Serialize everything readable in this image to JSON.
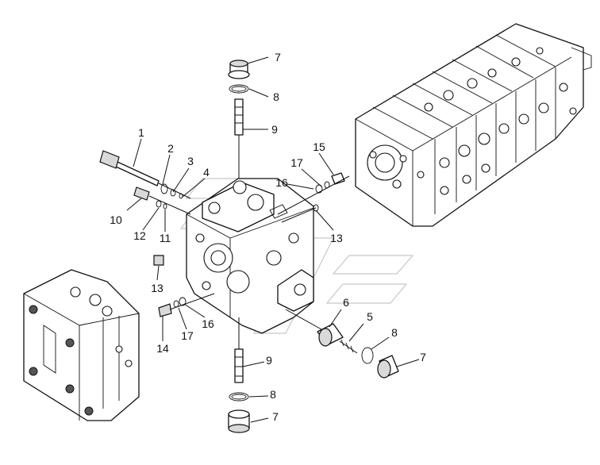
{
  "callouts": [
    {
      "id": "c1",
      "text": "1"
    },
    {
      "id": "c2",
      "text": "2"
    },
    {
      "id": "c3",
      "text": "3"
    },
    {
      "id": "c4",
      "text": "4"
    },
    {
      "id": "c5",
      "text": "5"
    },
    {
      "id": "c6",
      "text": "6"
    },
    {
      "id": "c7a",
      "text": "7"
    },
    {
      "id": "c7b",
      "text": "7"
    },
    {
      "id": "c7c",
      "text": "7"
    },
    {
      "id": "c8a",
      "text": "8"
    },
    {
      "id": "c8b",
      "text": "8"
    },
    {
      "id": "c8c",
      "text": "8"
    },
    {
      "id": "c9a",
      "text": "9"
    },
    {
      "id": "c9b",
      "text": "9"
    },
    {
      "id": "c10",
      "text": "10"
    },
    {
      "id": "c11",
      "text": "11"
    },
    {
      "id": "c12",
      "text": "12"
    },
    {
      "id": "c13a",
      "text": "13"
    },
    {
      "id": "c13b",
      "text": "13"
    },
    {
      "id": "c14",
      "text": "14"
    },
    {
      "id": "c15",
      "text": "15"
    },
    {
      "id": "c16a",
      "text": "16"
    },
    {
      "id": "c16b",
      "text": "16"
    },
    {
      "id": "c17a",
      "text": "17"
    },
    {
      "id": "c17b",
      "text": "17"
    }
  ]
}
